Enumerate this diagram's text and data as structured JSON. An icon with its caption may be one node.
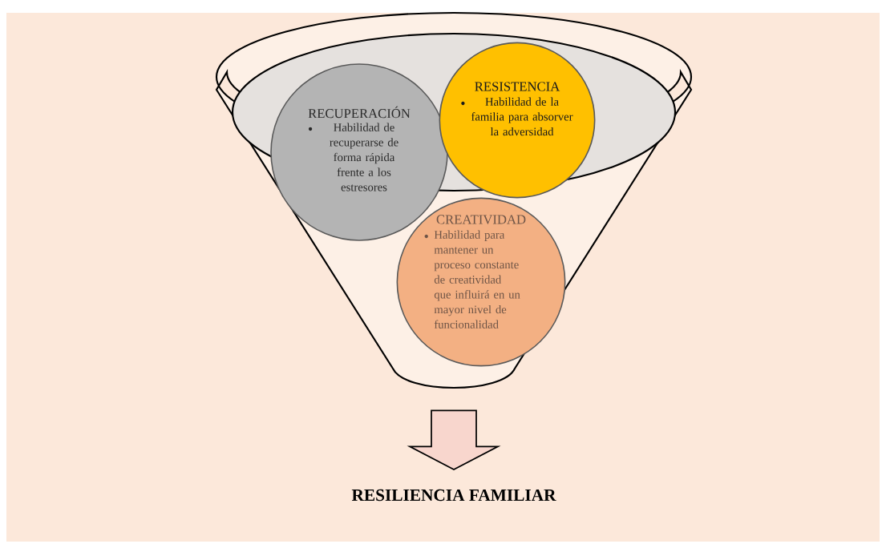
{
  "diagram": {
    "nodes": [
      {
        "text": [],
        "shape": "funnel"
      },
      {
        "text": [
          "RECUPERACIÓN",
          "Habilidad de recuperarse de forma rápida frente a los estresores"
        ],
        "in": 0
      },
      {
        "text": [
          "RESISTENCIA",
          "Habilidad de la familia para absorver la adversidad"
        ],
        "in": 0
      },
      {
        "text": [
          "CREATIVIDAD",
          "Habilidad para mantener un proceso constante de creatividad que influirá en un mayor nivel de funcionalidad"
        ],
        "in": 0
      },
      {
        "text": [
          "RESILIENCIA FAMILIAR"
        ]
      }
    ],
    "edges": [
      {
        "from": 0,
        "to": 4,
        "arrow": "to"
      }
    ]
  }
}
